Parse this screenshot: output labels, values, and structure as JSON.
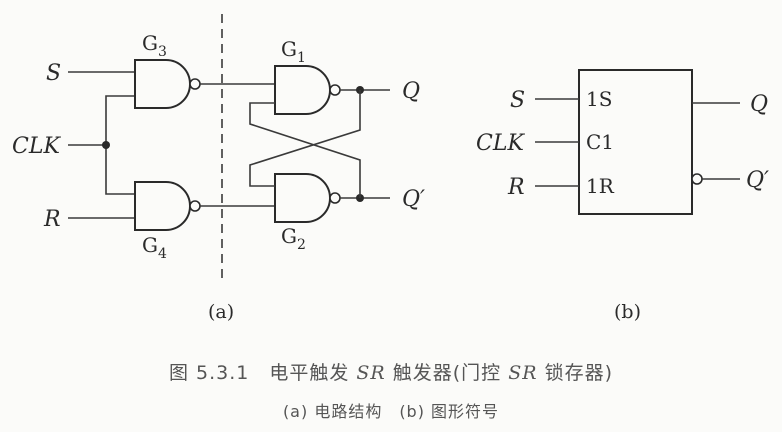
{
  "diagram_a": {
    "inputs": {
      "s": "S",
      "clk": "CLK",
      "r": "R"
    },
    "outputs": {
      "q": "Q",
      "qn": "Q′"
    },
    "gates": [
      {
        "id": "g3",
        "letter": "G",
        "sub": "3"
      },
      {
        "id": "g4",
        "letter": "G",
        "sub": "4"
      },
      {
        "id": "g1",
        "letter": "G",
        "sub": "1"
      },
      {
        "id": "g2",
        "letter": "G",
        "sub": "2"
      }
    ],
    "label": "(a)"
  },
  "diagram_b": {
    "inputs": {
      "s": "S",
      "clk": "CLK",
      "r": "R"
    },
    "pins": {
      "s": "1S",
      "clk": "C1",
      "r": "1R"
    },
    "outputs": {
      "q": "Q",
      "qn": "Q′"
    },
    "label": "(b)"
  },
  "caption": {
    "line1_prefix": "图 5.3.1　电平触发 ",
    "line1_ital1": "SR",
    "line1_mid": " 触发器(门控 ",
    "line1_ital2": "SR",
    "line1_suffix": " 锁存器)",
    "line2": "(a) 电路结构　(b) 图形符号"
  }
}
